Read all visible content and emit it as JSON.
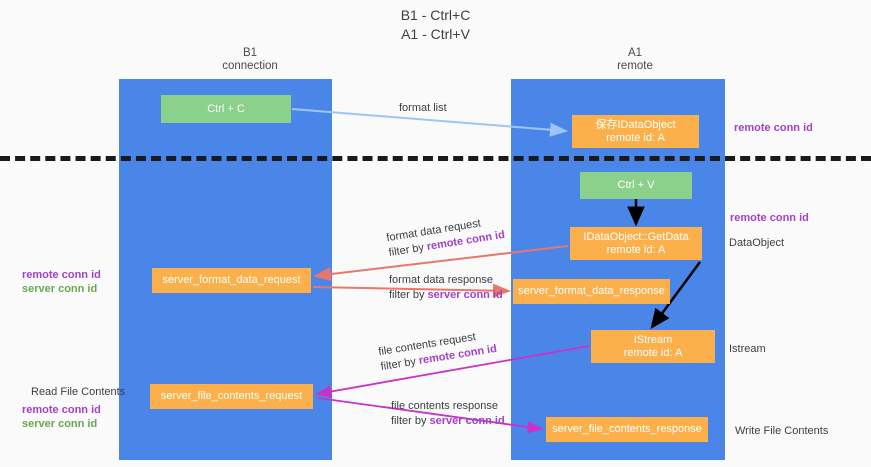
{
  "title": {
    "line1": "B1 - Ctrl+C",
    "line2": "A1 - Ctrl+V"
  },
  "columns": [
    {
      "name": "B1",
      "role": "connection"
    },
    {
      "name": "A1",
      "role": "remote"
    }
  ],
  "nodes": {
    "ctrl_c": {
      "label": "Ctrl + C",
      "color": "#8bd18b"
    },
    "save_dataobject": {
      "label": "保存IDataObject",
      "sublabel": "remote id: A",
      "color": "#fbb04b"
    },
    "ctrl_v": {
      "label": "Ctrl + V",
      "color": "#8bd18b"
    },
    "getdata": {
      "label": "IDataObject::GetData",
      "sublabel": "remote id: A",
      "color": "#fbb04b"
    },
    "server_format_data_request": {
      "label": "server_format_data_request",
      "color": "#fbb04b"
    },
    "server_format_data_response": {
      "label": "server_format_data_response",
      "color": "#fbb04b"
    },
    "istream": {
      "label": "IStream",
      "sublabel": "remote id: A",
      "color": "#fbb04b"
    },
    "server_file_contents_request": {
      "label": "server_file_contents_request",
      "color": "#fbb04b"
    },
    "server_file_contents_response": {
      "label": "server_file_contents_response",
      "color": "#fbb04b"
    }
  },
  "edges": {
    "format_list": {
      "label": "format list"
    },
    "format_data_request": {
      "label": "format data request",
      "filter_prefix": "filter by ",
      "filter_key": "remote conn id"
    },
    "format_data_response": {
      "label": "format data response",
      "filter_prefix": "filter by ",
      "filter_key": "server conn id"
    },
    "file_contents_request": {
      "label": "file contents request",
      "filter_prefix": "filter by ",
      "filter_key": "remote conn id"
    },
    "file_contents_response": {
      "label": "file contents response",
      "filter_prefix": "filter by ",
      "filter_key": "server conn id"
    }
  },
  "annotations": {
    "right_remote_conn_id_top": "remote conn id",
    "right_remote_conn_id_mid": "remote conn id",
    "right_dataobject": "DataObject",
    "right_istream": "Istream",
    "right_write_file_contents": "Write File Contents",
    "left_remote_conn_id": "remote conn id",
    "left_server_conn_id": "server conn id",
    "left_read_file_contents": "Read File Contents",
    "left_remote_conn_id_2": "remote conn id",
    "left_server_conn_id_2": "server conn id"
  },
  "colors": {
    "lane": "#4a86e8",
    "node_green": "#8bd18b",
    "node_orange": "#fbb04b",
    "remote_conn_id": "#a142c8",
    "server_conn_id": "#6aa84f",
    "arrow_blue": "#9fc5f8",
    "arrow_red": "#e8776b",
    "arrow_black": "#000000",
    "arrow_magenta": "#c832c8",
    "background": "#fafafa",
    "divider": "#1a1a1a"
  }
}
